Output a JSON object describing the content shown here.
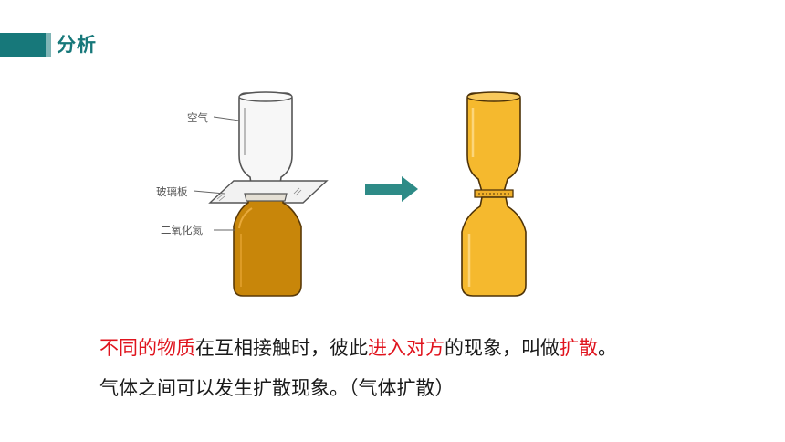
{
  "header": {
    "title": "分析"
  },
  "figure": {
    "labels": {
      "air": "空气",
      "glass_plate": "玻璃板",
      "no2": "二氧化氮"
    }
  },
  "colors": {
    "accent": "#17787a",
    "highlight": "#e0141e",
    "gas_dark": "#c8860a",
    "gas_light": "#f5b92e"
  },
  "text": {
    "line1": {
      "p1": "不同的物质",
      "p2": "在互相接触时，彼此",
      "p3": "进入对方",
      "p4": "的现象，叫做",
      "p5": "扩散",
      "p6": "。"
    },
    "line2": "气体之间可以发生扩散现象。（气体扩散）"
  }
}
